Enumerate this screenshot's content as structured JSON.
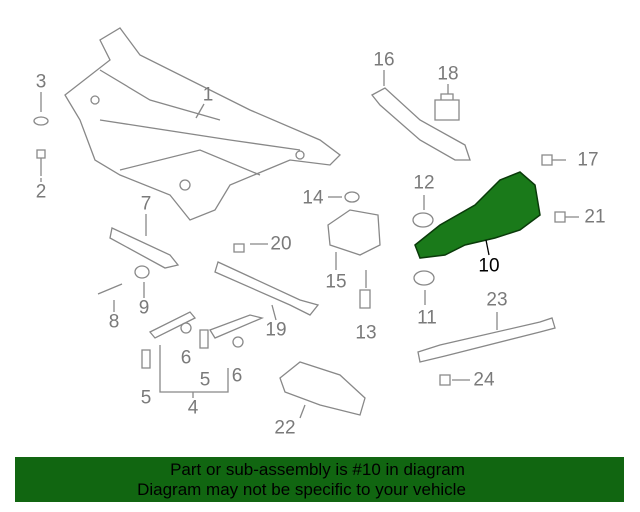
{
  "diagram": {
    "callouts": [
      {
        "id": "c1",
        "text": "1"
      },
      {
        "id": "c3",
        "text": "3"
      },
      {
        "id": "c2",
        "text": "2"
      },
      {
        "id": "c7",
        "text": "7"
      },
      {
        "id": "c9",
        "text": "9"
      },
      {
        "id": "c8",
        "text": "8"
      },
      {
        "id": "c6a",
        "text": "6"
      },
      {
        "id": "c5a",
        "text": "5"
      },
      {
        "id": "c6b",
        "text": "6"
      },
      {
        "id": "c5b",
        "text": "5"
      },
      {
        "id": "c4",
        "text": "4"
      },
      {
        "id": "c20",
        "text": "20"
      },
      {
        "id": "c19",
        "text": "19"
      },
      {
        "id": "c14",
        "text": "14"
      },
      {
        "id": "c15",
        "text": "15"
      },
      {
        "id": "c13",
        "text": "13"
      },
      {
        "id": "c22",
        "text": "22"
      },
      {
        "id": "c16",
        "text": "16"
      },
      {
        "id": "c18",
        "text": "18"
      },
      {
        "id": "c17",
        "text": "17"
      },
      {
        "id": "c12",
        "text": "12"
      },
      {
        "id": "c21",
        "text": "21"
      },
      {
        "id": "c10",
        "text": "10"
      },
      {
        "id": "c11",
        "text": "11"
      },
      {
        "id": "c23",
        "text": "23"
      },
      {
        "id": "c24",
        "text": "24"
      }
    ],
    "highlight_part": "10",
    "highlight_color": "#1a7a1a"
  },
  "banner": {
    "line1": "Part or sub-assembly is #10 in diagram",
    "line2": "Diagram may not be specific to your vehicle",
    "color": "#116611"
  }
}
